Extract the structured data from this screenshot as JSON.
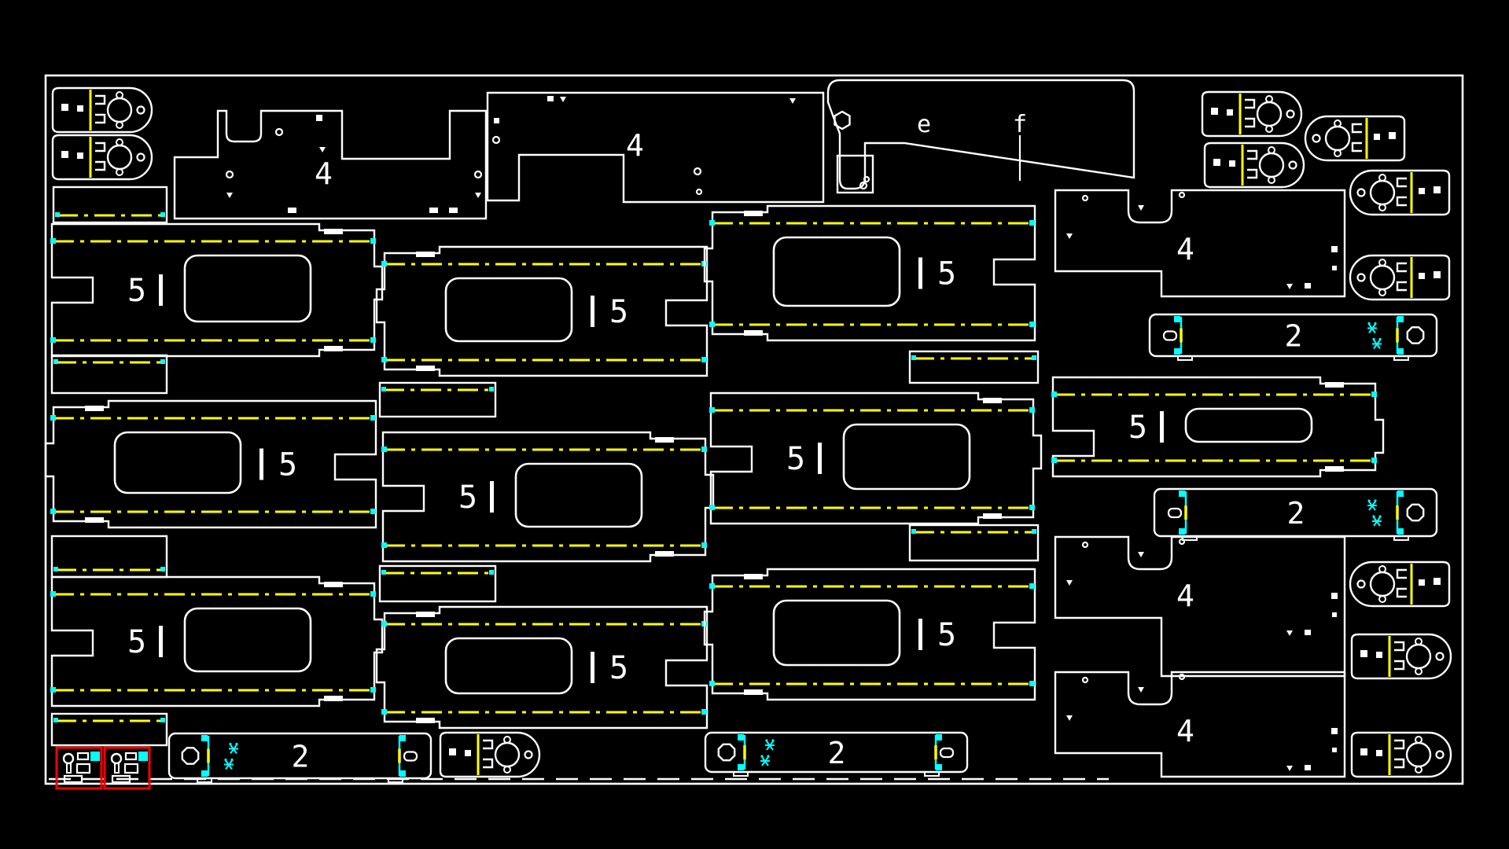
{
  "drawing": {
    "type": "cad-nesting-layout",
    "background": "#000000",
    "colors": {
      "outline": "#ffffff",
      "bend_line": "#ffff00",
      "marker": "#00ffff",
      "highlight": "#ff0000"
    },
    "labels": {
      "fives": [
        "5",
        "5",
        "5",
        "5",
        "5",
        "5",
        "5",
        "5",
        "5",
        "5"
      ],
      "fours": [
        "4",
        "4",
        "4",
        "4",
        "4"
      ],
      "twos": [
        "2",
        "2",
        "2",
        "2"
      ],
      "letter_e": "e",
      "letter_f": "f"
    }
  }
}
